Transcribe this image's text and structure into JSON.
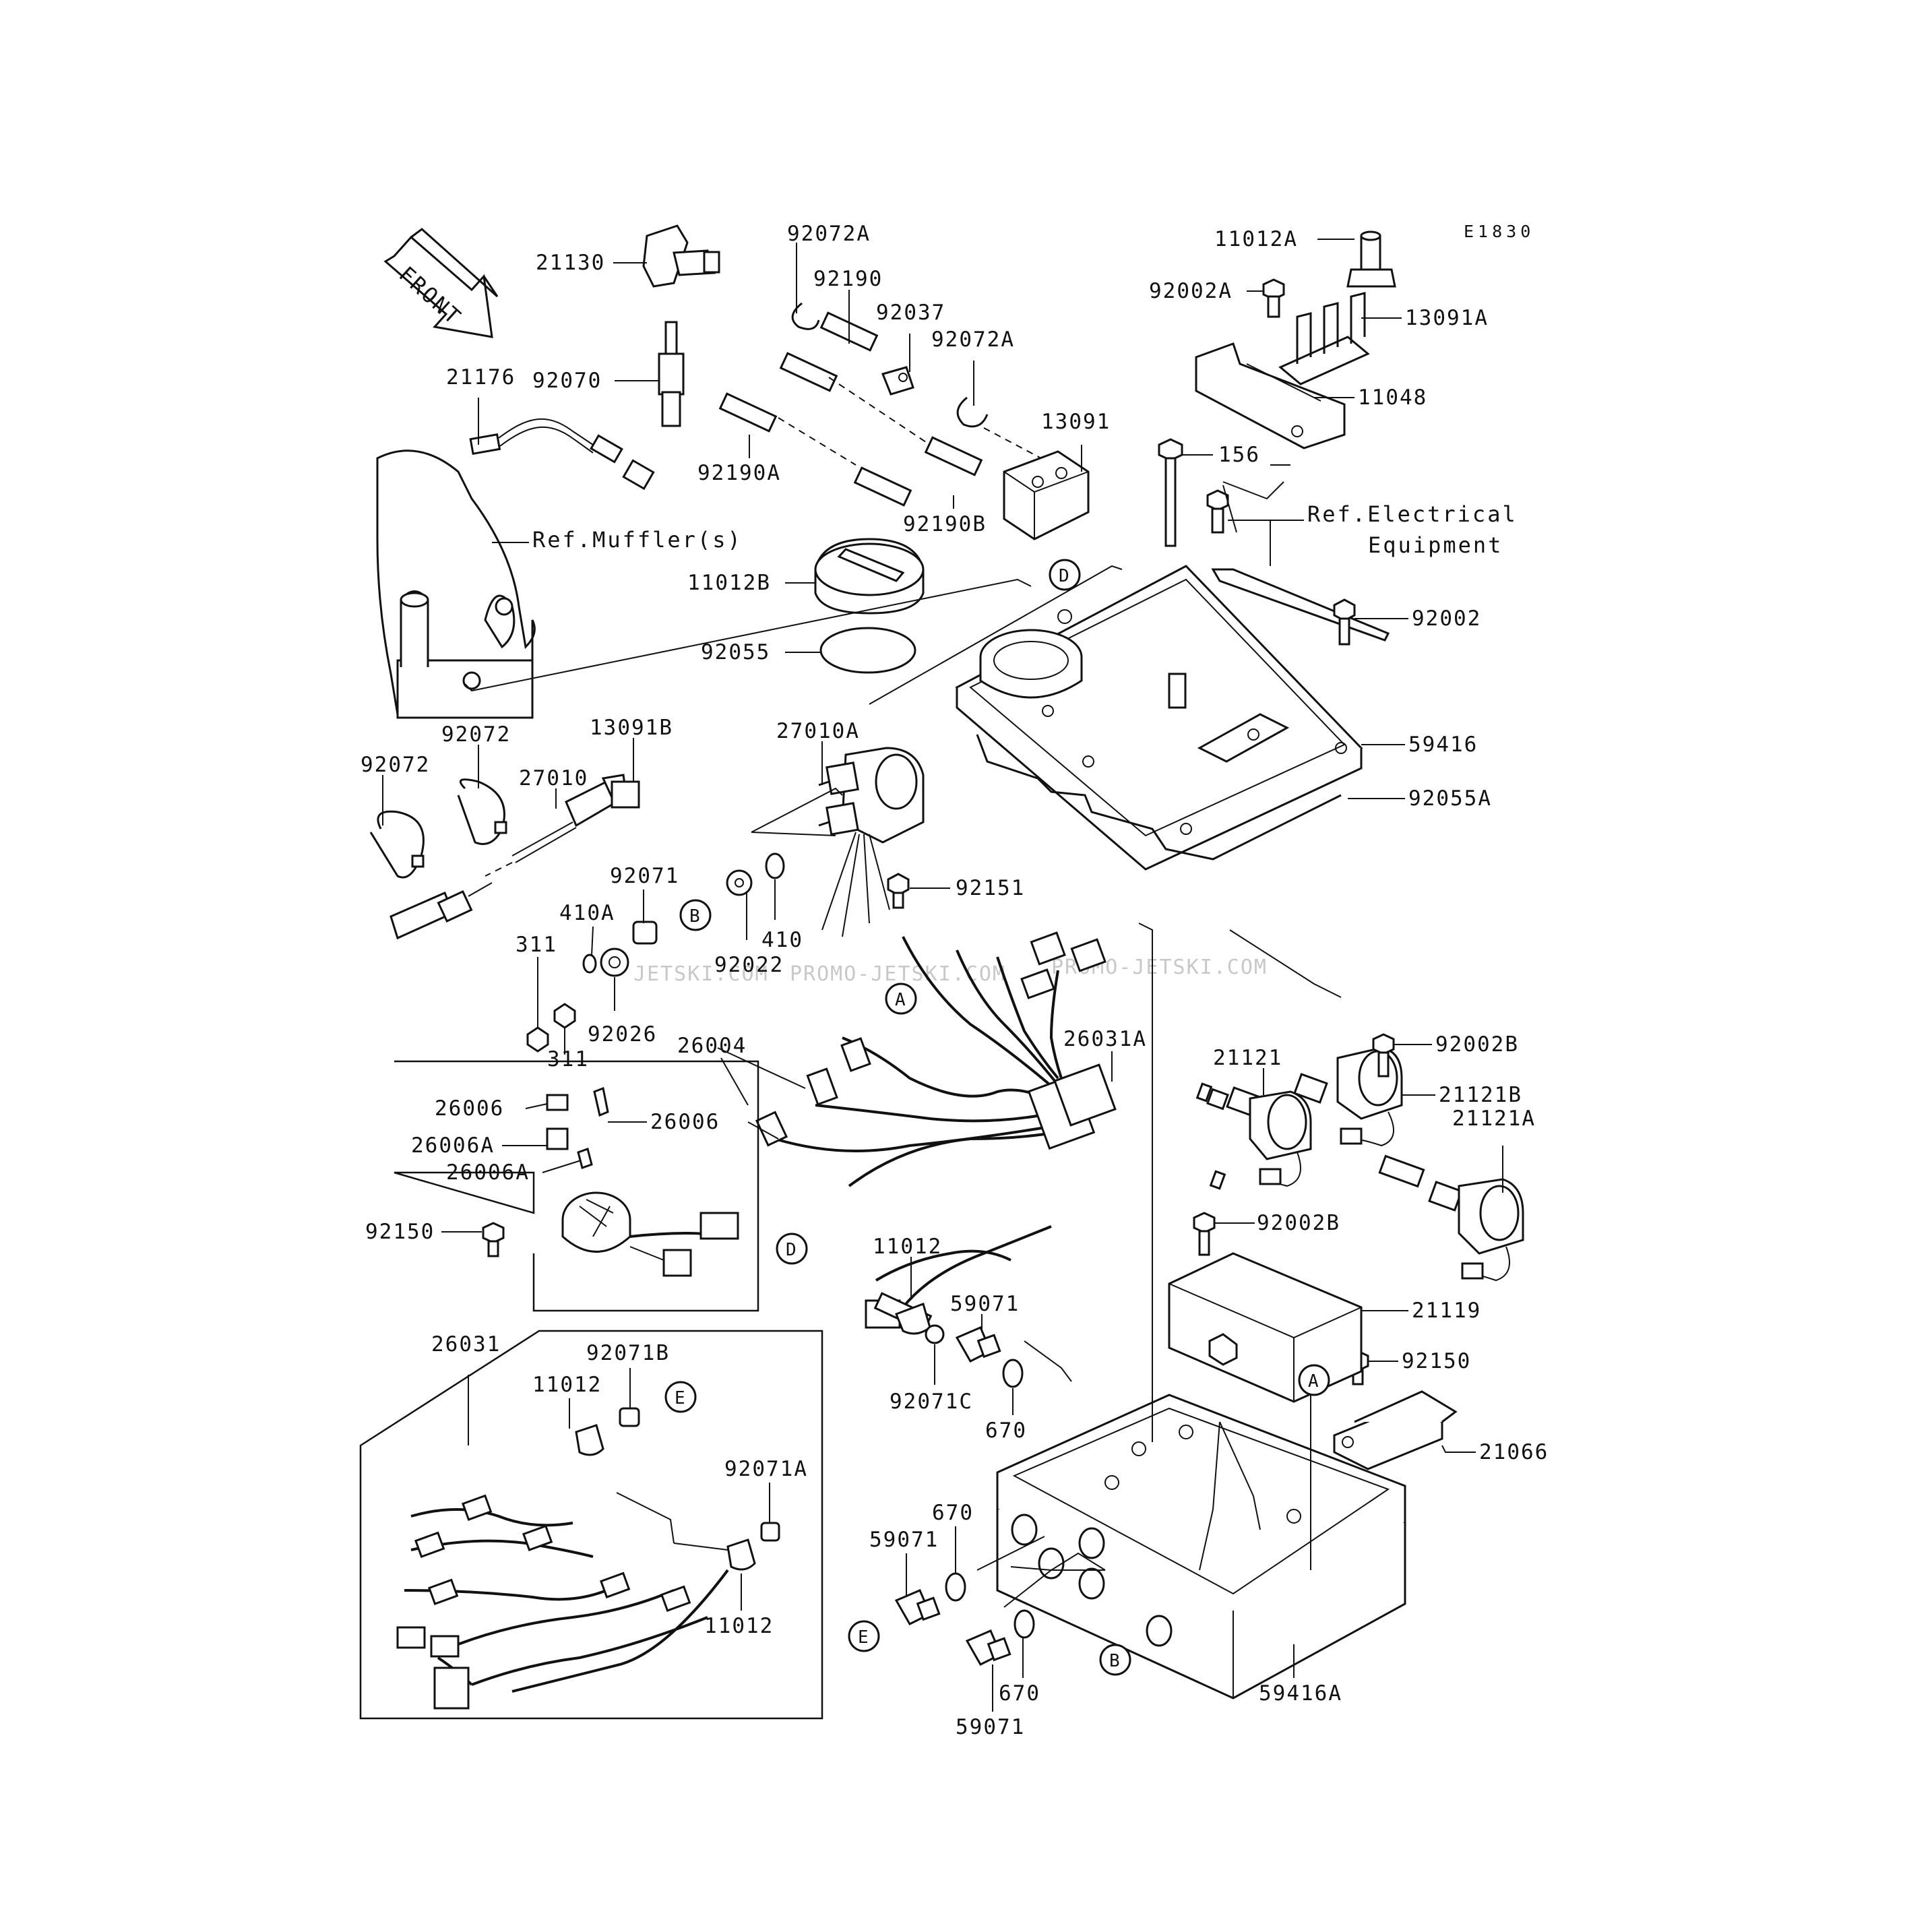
{
  "diagram_code": "E1830",
  "front_arrow": "FRONT",
  "references": {
    "muffler": "Ref.Muffler(s)",
    "electrical_line1": "Ref.Electrical",
    "electrical_line2": "Equipment"
  },
  "watermark": {
    "a": "JETSKI.COM",
    "b": "PROMO-JETSKI.COM",
    "c": "PROMO-JETSKI.COM"
  },
  "callouts": [
    "A",
    "B",
    "D",
    "E"
  ],
  "labels": [
    "21130",
    "92072A",
    "92190",
    "92037",
    "92072A",
    "11012A",
    "92002A",
    "13091A",
    "11048",
    "21176",
    "92070",
    "92190A",
    "92190B",
    "13091",
    "156",
    "11012B",
    "92055",
    "92002",
    "59416",
    "92055A",
    "92072",
    "92072",
    "13091B",
    "27010",
    "27010A",
    "92071",
    "410A",
    "311",
    "311",
    "92022",
    "410",
    "92026",
    "92151",
    "26004",
    "26031A",
    "26006",
    "26006A",
    "26006A",
    "26006",
    "92150",
    "92002B",
    "21121",
    "21121B",
    "21121A",
    "92002B",
    "11012",
    "59071",
    "92071C",
    "21119",
    "670",
    "92150",
    "21066",
    "26031",
    "92071B",
    "11012",
    "92071A",
    "11012",
    "670",
    "59071",
    "670",
    "59071",
    "59416A"
  ]
}
